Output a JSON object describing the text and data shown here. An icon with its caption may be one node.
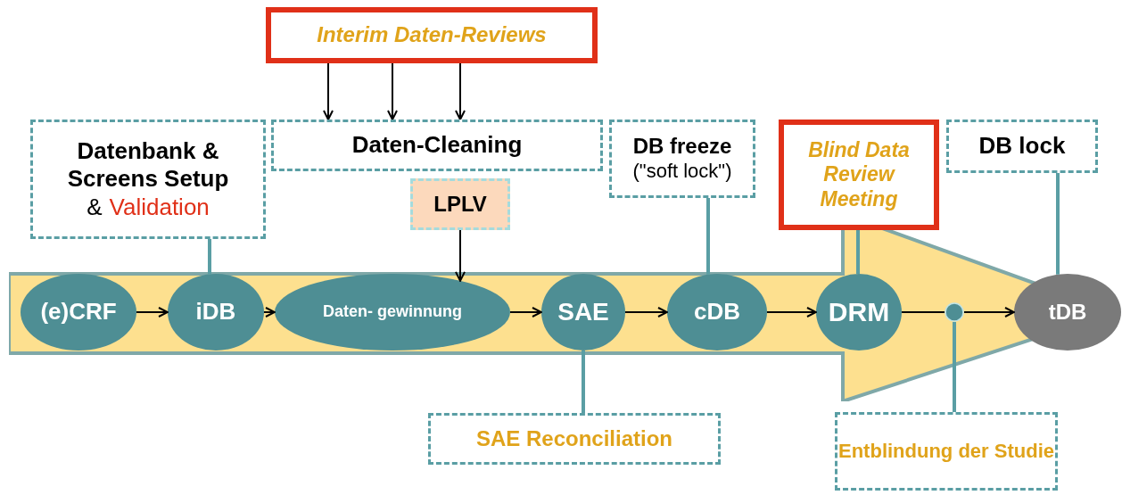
{
  "diagram": {
    "nodes": [
      {
        "text": [
          "Interim Daten-Reviews"
        ]
      },
      {
        "text": [
          "Datenbank & Screens Setup",
          "&",
          "Validation"
        ]
      },
      {
        "text": [
          "Daten-Cleaning"
        ]
      },
      {
        "text": [
          "LPLV"
        ]
      },
      {
        "text": [
          "DB freeze",
          "(\"soft lock\")"
        ]
      },
      {
        "text": [
          "Blind Data Review Meeting"
        ]
      },
      {
        "text": [
          "DB lock"
        ]
      },
      {
        "text": [],
        "shape": "arrow"
      },
      {
        "text": [
          "(e)CRF"
        ],
        "in": 7
      },
      {
        "text": [
          "iDB"
        ],
        "in": 7
      },
      {
        "text": [
          "Daten- gewinnung"
        ],
        "in": 7
      },
      {
        "text": [
          "SAE"
        ],
        "in": 7
      },
      {
        "text": [
          "cDB"
        ],
        "in": 7
      },
      {
        "text": [
          "DRM"
        ],
        "in": 7
      },
      {
        "text": [],
        "shape": "circle",
        "in": 7
      },
      {
        "text": [
          "tDB"
        ],
        "in": 7
      },
      {
        "text": [
          "SAE Reconciliation"
        ]
      },
      {
        "text": [
          "Entblindung der Studie"
        ]
      }
    ],
    "edges": [
      {
        "from": 0,
        "to": 2,
        "arrow": "to"
      },
      {
        "from": 0,
        "to": 2,
        "arrow": "to"
      },
      {
        "from": 0,
        "to": 2,
        "arrow": "to"
      },
      {
        "from": 1,
        "to": 9,
        "arrow": "none",
        "style": "thick",
        "color": "#5a9ea4"
      },
      {
        "from": 3,
        "to": 10,
        "arrow": "to"
      },
      {
        "from": 4,
        "to": 12,
        "arrow": "none",
        "style": "thick",
        "color": "#5a9ea4"
      },
      {
        "from": 5,
        "to": 13,
        "arrow": "none",
        "style": "thick",
        "color": "#5a9ea4"
      },
      {
        "from": 6,
        "to": 15,
        "arrow": "none",
        "style": "thick",
        "color": "#5a9ea4"
      },
      {
        "from": 8,
        "to": 9,
        "arrow": "to"
      },
      {
        "from": 9,
        "to": 10,
        "arrow": "to"
      },
      {
        "from": 10,
        "to": 11,
        "arrow": "to"
      },
      {
        "from": 11,
        "to": 12,
        "arrow": "to"
      },
      {
        "from": 12,
        "to": 13,
        "arrow": "to"
      },
      {
        "from": 13,
        "to": 14,
        "arrow": "none"
      },
      {
        "from": 14,
        "to": 15,
        "arrow": "to"
      },
      {
        "from": 11,
        "to": 16,
        "arrow": "none",
        "style": "thick",
        "color": "#5a9ea4"
      },
      {
        "from": 14,
        "to": 17,
        "arrow": "none",
        "style": "thick",
        "color": "#5a9ea4"
      }
    ]
  }
}
